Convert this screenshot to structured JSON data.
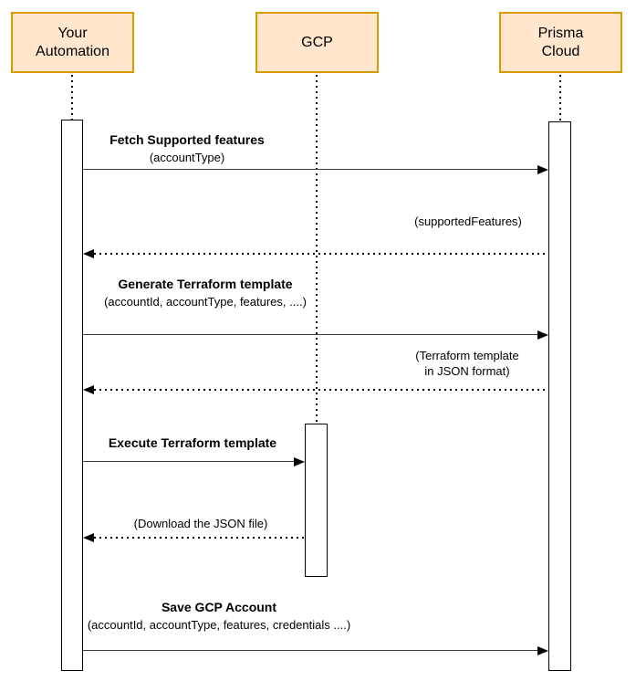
{
  "diagram_type": "sequence-diagram",
  "colors": {
    "background": "#FFFFFF",
    "actor_fill": "#FFE6CC",
    "actor_border": "#D79B00",
    "line": "#000000"
  },
  "actors": [
    {
      "id": "your-automation",
      "label": "Your\nAutomation"
    },
    {
      "id": "gcp",
      "label": "GCP"
    },
    {
      "id": "prisma-cloud",
      "label": "Prisma\nCloud"
    }
  ],
  "messages": [
    {
      "title": "Fetch Supported features",
      "params": "(accountType)",
      "from": "Your Automation",
      "to": "Prisma Cloud",
      "line_style": "solid"
    },
    {
      "title": "",
      "params": "(supportedFeatures)",
      "from": "Prisma Cloud",
      "to": "Your Automation",
      "line_style": "dotted"
    },
    {
      "title": "Generate Terraform template",
      "params": "(accountId, accountType, features, ....)",
      "from": "Your Automation",
      "to": "Prisma Cloud",
      "line_style": "solid"
    },
    {
      "title": "",
      "params": "(Terraform template\nin JSON format)",
      "from": "Prisma Cloud",
      "to": "Your Automation",
      "line_style": "dotted"
    },
    {
      "title": "Execute Terraform template",
      "params": "",
      "from": "Your Automation",
      "to": "GCP",
      "line_style": "solid"
    },
    {
      "title": "",
      "params": "(Download the JSON file)",
      "from": "GCP",
      "to": "Your Automation",
      "line_style": "dotted"
    },
    {
      "title": "Save GCP Account",
      "params": "(accountId, accountType, features, credentials ....)",
      "from": "Your Automation",
      "to": "Prisma Cloud",
      "line_style": "solid"
    }
  ]
}
